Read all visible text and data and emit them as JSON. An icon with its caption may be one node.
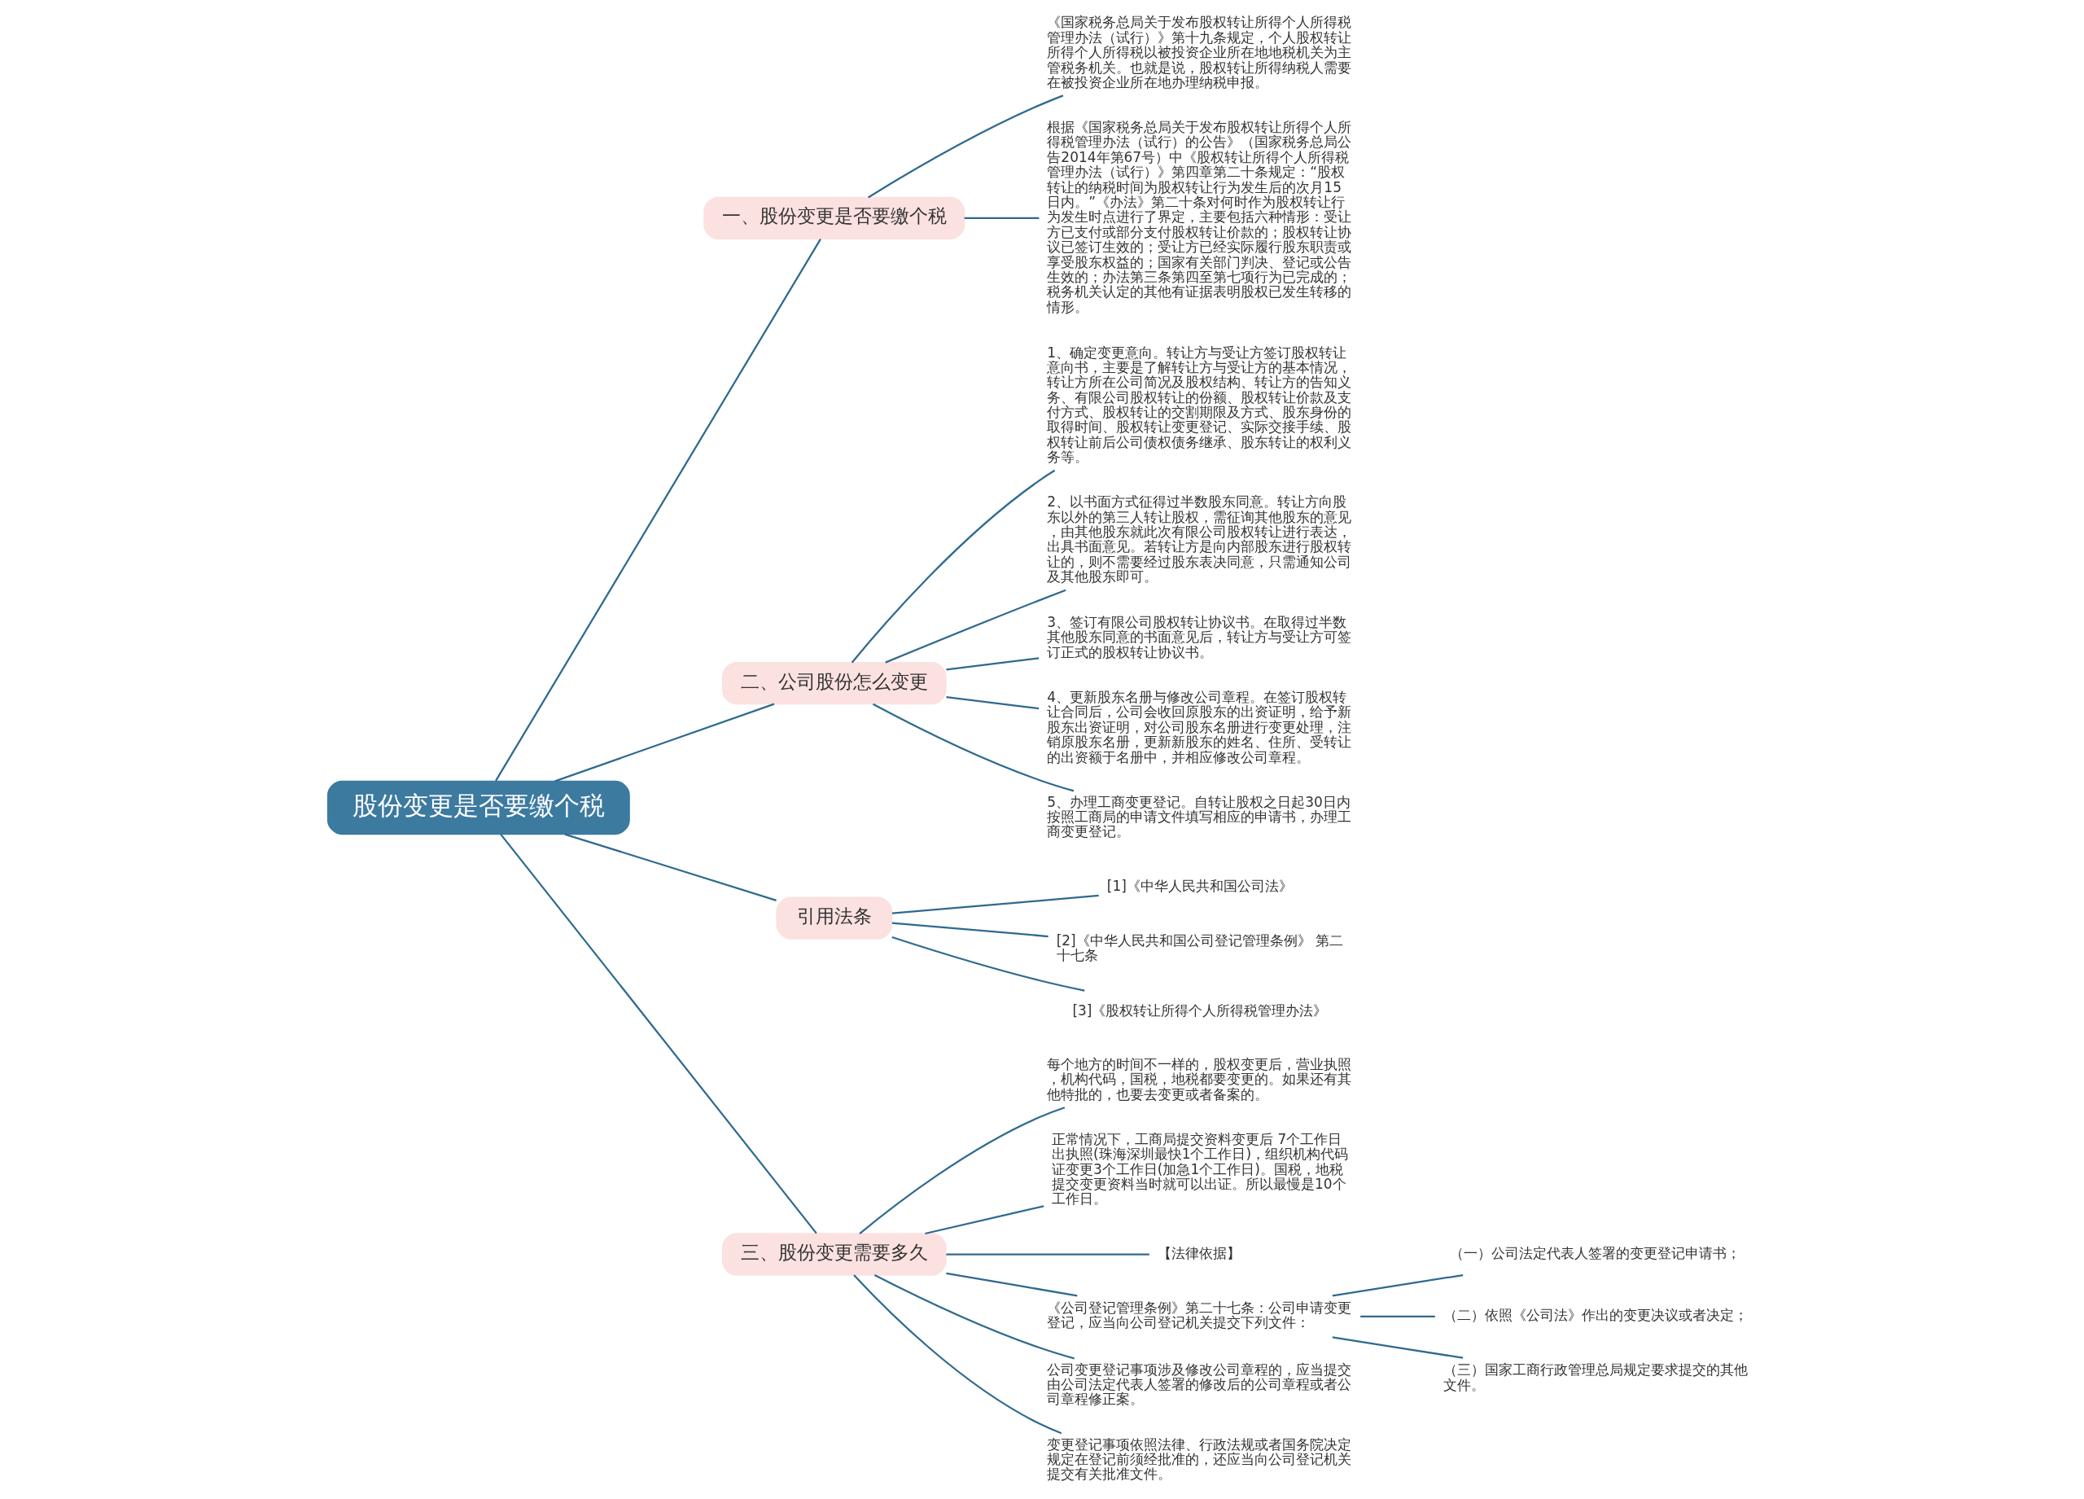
{
  "diagram": {
    "nodes": [
      {
        "text": [
          "股份变更是否要缴个税"
        ]
      },
      {
        "text": [
          "一、股份变更是否要缴个税"
        ]
      },
      {
        "text": [
          "《国家税务总局关于发布股权转让所得个人所得税管理办法（试行）》第十九条规定，个人股权转让所得个人所得税以被投资企业所在地地税机关为主管税务机关。也就是说，股权转让所得纳税人需要在被投资企业所在地办理纳税申报。"
        ]
      },
      {
        "text": [
          "根据《国家税务总局关于发布股权转让所得个人所得税管理办法（试行）的公告》（国家税务总局公告2014年第67号）中《股权转让所得个人所得税管理办法（试行）》第四章第二十条规定：“股权转让的纳税时间为股权转让行为发生后的次月15日内。”《办法》第二十条对何时作为股权转让行为发生时点进行了界定，主要包括六种情形：受让方已支付或部分支付股权转让价款的；股权转让协议已签订生效的；受让方已经实际履行股东职责或享受股东权益的；国家有关部门判决、登记或公告生效的；办法第三条第四至第七项行为已完成的；税务机关认定的其他有证据表明股权已发生转移的情形。"
        ]
      },
      {
        "text": [
          "二、公司股份怎么变更"
        ]
      },
      {
        "text": [
          "1、确定变更意向。转让方与受让方签订股权转让意向书，主要是了解转让方与受让方的基本情况，转让方所在公司简况及股权结构、转让方的告知义务、有限公司股权转让的份额、股权转让价款及支付方式、股权转让的交割期限及方式、股东身份的取得时间、股权转让变更登记、实际交接手续、股权转让前后公司债权债务继承、股东转让的权利义务等。"
        ]
      },
      {
        "text": [
          "2、以书面方式征得过半数股东同意。转让方向股东以外的第三人转让股权，需征询其他股东的意见，由其他股东就此次有限公司股权转让进行表达，出具书面意见。若转让方是向内部股东进行股权转让的，则不需要经过股东表决同意，只需通知公司及其他股东即可。"
        ]
      },
      {
        "text": [
          "3、签订有限公司股权转让协议书。在取得过半数其他股东同意的书面意见后，转让方与受让方可签订正式的股权转让协议书。"
        ]
      },
      {
        "text": [
          "4、更新股东名册与修改公司章程。在签订股权转让合同后，公司会收回原股东的出资证明，给予新股东出资证明，对公司股东名册进行变更处理，注销原股东名册，更新新股东的姓名、住所、受转让的出资额于名册中，并相应修改公司章程。"
        ]
      },
      {
        "text": [
          "5、办理工商变更登记。自转让股权之日起30日内按照工商局的申请文件填写相应的申请书，办理工商变更登记。"
        ]
      },
      {
        "text": [
          "引用法条"
        ]
      },
      {
        "text": [
          "[1]《中华人民共和国公司法》"
        ]
      },
      {
        "text": [
          "[2]《中华人民共和国公司登记管理条例》 第二十七条"
        ]
      },
      {
        "text": [
          "[3]《股权转让所得个人所得税管理办法》"
        ]
      },
      {
        "text": [
          "三、股份变更需要多久"
        ]
      },
      {
        "text": [
          "每个地方的时间不一样的，股权变更后，营业执照，机构代码，国税，地税都要变更的。如果还有其他特批的，也要去变更或者备案的。"
        ]
      },
      {
        "text": [
          "正常情况下，工商局提交资料变更后 7个工作日出执照(珠海深圳最快1个工作日)，组织机构代码证变更3个工作日(加急1个工作日)。国税，地税提交变更资料当时就可以出证。所以最慢是10个工作日。"
        ]
      },
      {
        "text": [
          "【法律依据】"
        ]
      },
      {
        "text": [
          "《公司登记管理条例》第二十七条：公司申请变更登记，应当向公司登记机关提交下列文件："
        ]
      },
      {
        "text": [
          "（一）公司法定代表人签署的变更登记申请书；"
        ]
      },
      {
        "text": [
          "（二）依照《公司法》作出的变更决议或者决定；"
        ]
      },
      {
        "text": [
          "（三）国家工商行政管理总局规定要求提交的其他文件。"
        ]
      },
      {
        "text": [
          "公司变更登记事项涉及修改公司章程的，应当提交由公司法定代表人签署的修改后的公司章程或者公司章程修正案。"
        ]
      },
      {
        "text": [
          "变更登记事项依照法律、行政法规或者国务院决定规定在登记前须经批准的，还应当向公司登记机关提交有关批准文件。"
        ]
      }
    ],
    "edges": [
      {
        "from": 0,
        "to": 1,
        "arrow": "none"
      },
      {
        "from": 1,
        "to": 2,
        "arrow": "none"
      },
      {
        "from": 1,
        "to": 3,
        "arrow": "none"
      },
      {
        "from": 0,
        "to": 4,
        "arrow": "none"
      },
      {
        "from": 4,
        "to": 5,
        "arrow": "none"
      },
      {
        "from": 4,
        "to": 6,
        "arrow": "none"
      },
      {
        "from": 4,
        "to": 7,
        "arrow": "none"
      },
      {
        "from": 4,
        "to": 8,
        "arrow": "none"
      },
      {
        "from": 4,
        "to": 9,
        "arrow": "none"
      },
      {
        "from": 0,
        "to": 10,
        "arrow": "none"
      },
      {
        "from": 10,
        "to": 11,
        "arrow": "none"
      },
      {
        "from": 10,
        "to": 12,
        "arrow": "none"
      },
      {
        "from": 10,
        "to": 13,
        "arrow": "none"
      },
      {
        "from": 0,
        "to": 14,
        "arrow": "none"
      },
      {
        "from": 14,
        "to": 15,
        "arrow": "none"
      },
      {
        "from": 14,
        "to": 16,
        "arrow": "none"
      },
      {
        "from": 14,
        "to": 17,
        "arrow": "none"
      },
      {
        "from": 14,
        "to": 18,
        "arrow": "none"
      },
      {
        "from": 18,
        "to": 19,
        "arrow": "none"
      },
      {
        "from": 18,
        "to": 20,
        "arrow": "none"
      },
      {
        "from": 18,
        "to": 21,
        "arrow": "none"
      },
      {
        "from": 14,
        "to": 22,
        "arrow": "none"
      },
      {
        "from": 14,
        "to": 23,
        "arrow": "none"
      }
    ]
  }
}
